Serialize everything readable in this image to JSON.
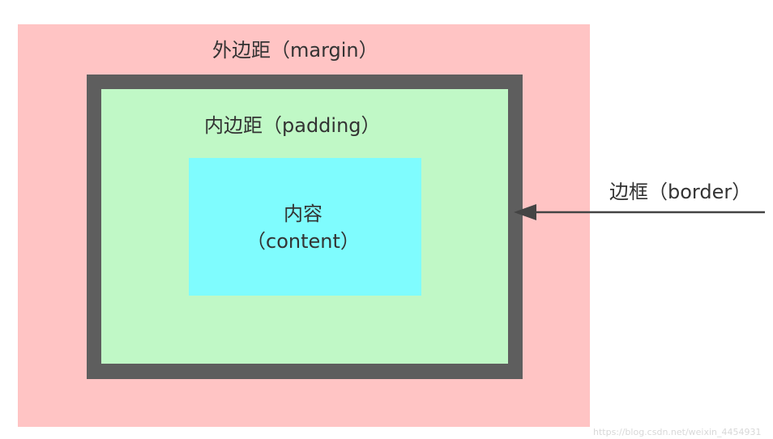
{
  "labels": {
    "margin": "外边距（margin）",
    "padding": "内边距（padding）",
    "content_line1": "内容",
    "content_line2": "（content）",
    "border": "边框（border）"
  },
  "watermark": "https://blog.csdn.net/weixin_4454931",
  "colors": {
    "margin_fill": "#ffc4c4",
    "border_fill": "#5e5e5e",
    "padding_fill": "#c0f8c6",
    "content_fill": "#7ffcfe",
    "text": "#333333",
    "arrow": "#444444"
  }
}
